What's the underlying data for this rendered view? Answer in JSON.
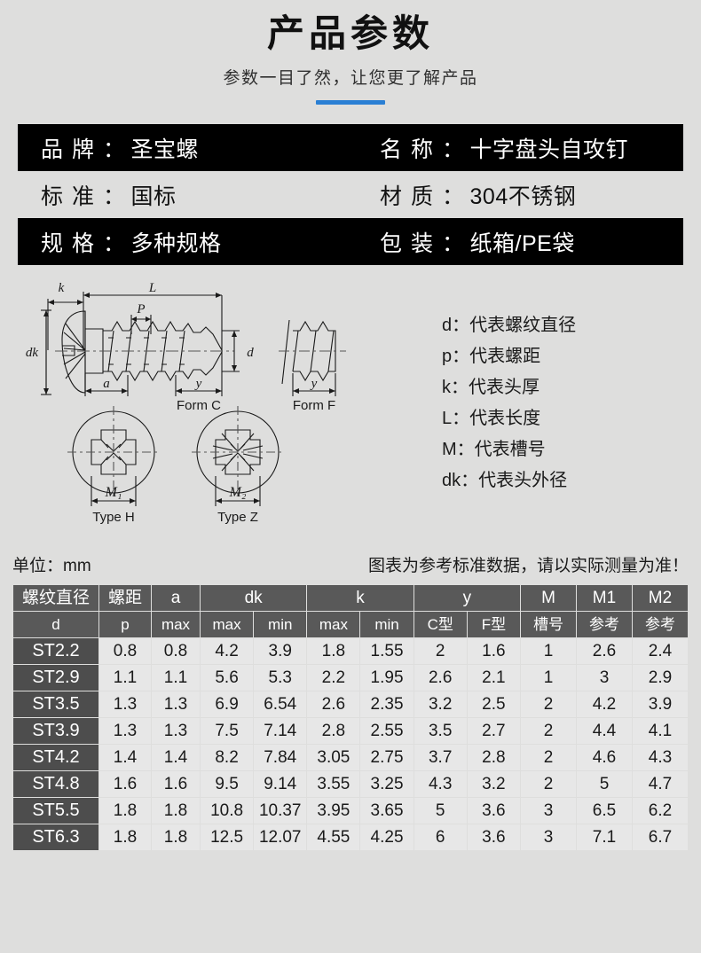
{
  "header": {
    "title": "产品参数",
    "subtitle": "参数一目了然，让您更了解产品",
    "accent_color": "#2a7fd4"
  },
  "info": {
    "rows": [
      {
        "style": "dark",
        "left": {
          "label": "品牌",
          "colon": "：",
          "value": "圣宝螺"
        },
        "right": {
          "label": "名称",
          "colon": "：",
          "value": "十字盘头自攻钉"
        }
      },
      {
        "style": "light",
        "left": {
          "label": "标准",
          "colon": "：",
          "value": "国标"
        },
        "right": {
          "label": "材质",
          "colon": "：",
          "value": "304不锈钢"
        }
      },
      {
        "style": "dark",
        "left": {
          "label": "规格",
          "colon": "：",
          "value": "多种规格"
        },
        "right": {
          "label": "包装",
          "colon": "：",
          "value": "纸箱/PE袋"
        }
      }
    ]
  },
  "drawing": {
    "dimension_labels": {
      "k": "k",
      "L": "L",
      "P": "P",
      "dk": "dk",
      "a": "a",
      "y_form_c": "y",
      "d": "d",
      "y_form_f": "y",
      "m1": "M1",
      "m2": "M2"
    },
    "captions": {
      "form_c": "Form C",
      "form_f": "Form F",
      "type_h": "Type H",
      "type_z": "Type Z"
    }
  },
  "legend": {
    "items": [
      {
        "key": "d",
        "colon": "：",
        "text": "代表螺纹直径"
      },
      {
        "key": "p",
        "colon": "：",
        "text": "代表螺距"
      },
      {
        "key": "k",
        "colon": "：",
        "text": "代表头厚"
      },
      {
        "key": "L",
        "colon": "：",
        "text": "代表长度"
      },
      {
        "key": "M",
        "colon": "：",
        "text": "代表槽号"
      },
      {
        "key": "dk",
        "colon": "：",
        "text": "代表头外径"
      }
    ]
  },
  "note": {
    "unit": "单位：mm",
    "disclaimer": "图表为参考标准数据，请以实际测量为准！"
  },
  "table": {
    "header_top": [
      "螺纹直径",
      "螺距",
      "a",
      "dk",
      "k",
      "y",
      "M",
      "M1",
      "M2"
    ],
    "header_sub": [
      "d",
      "p",
      "max",
      "max",
      "min",
      "max",
      "min",
      "C型",
      "F型",
      "槽号",
      "参考",
      "参考"
    ],
    "rows": [
      {
        "d": "ST2.2",
        "values": [
          "0.8",
          "0.8",
          "4.2",
          "3.9",
          "1.8",
          "1.55",
          "2",
          "1.6",
          "1",
          "2.6",
          "2.4"
        ]
      },
      {
        "d": "ST2.9",
        "values": [
          "1.1",
          "1.1",
          "5.6",
          "5.3",
          "2.2",
          "1.95",
          "2.6",
          "2.1",
          "1",
          "3",
          "2.9"
        ]
      },
      {
        "d": "ST3.5",
        "values": [
          "1.3",
          "1.3",
          "6.9",
          "6.54",
          "2.6",
          "2.35",
          "3.2",
          "2.5",
          "2",
          "4.2",
          "3.9"
        ]
      },
      {
        "d": "ST3.9",
        "values": [
          "1.3",
          "1.3",
          "7.5",
          "7.14",
          "2.8",
          "2.55",
          "3.5",
          "2.7",
          "2",
          "4.4",
          "4.1"
        ]
      },
      {
        "d": "ST4.2",
        "values": [
          "1.4",
          "1.4",
          "8.2",
          "7.84",
          "3.05",
          "2.75",
          "3.7",
          "2.8",
          "2",
          "4.6",
          "4.3"
        ]
      },
      {
        "d": "ST4.8",
        "values": [
          "1.6",
          "1.6",
          "9.5",
          "9.14",
          "3.55",
          "3.25",
          "4.3",
          "3.2",
          "2",
          "5",
          "4.7"
        ]
      },
      {
        "d": "ST5.5",
        "values": [
          "1.8",
          "1.8",
          "10.8",
          "10.37",
          "3.95",
          "3.65",
          "5",
          "3.6",
          "3",
          "6.5",
          "6.2"
        ]
      },
      {
        "d": "ST6.3",
        "values": [
          "1.8",
          "1.8",
          "12.5",
          "12.07",
          "4.55",
          "4.25",
          "6",
          "3.6",
          "3",
          "7.1",
          "6.7"
        ]
      }
    ]
  }
}
